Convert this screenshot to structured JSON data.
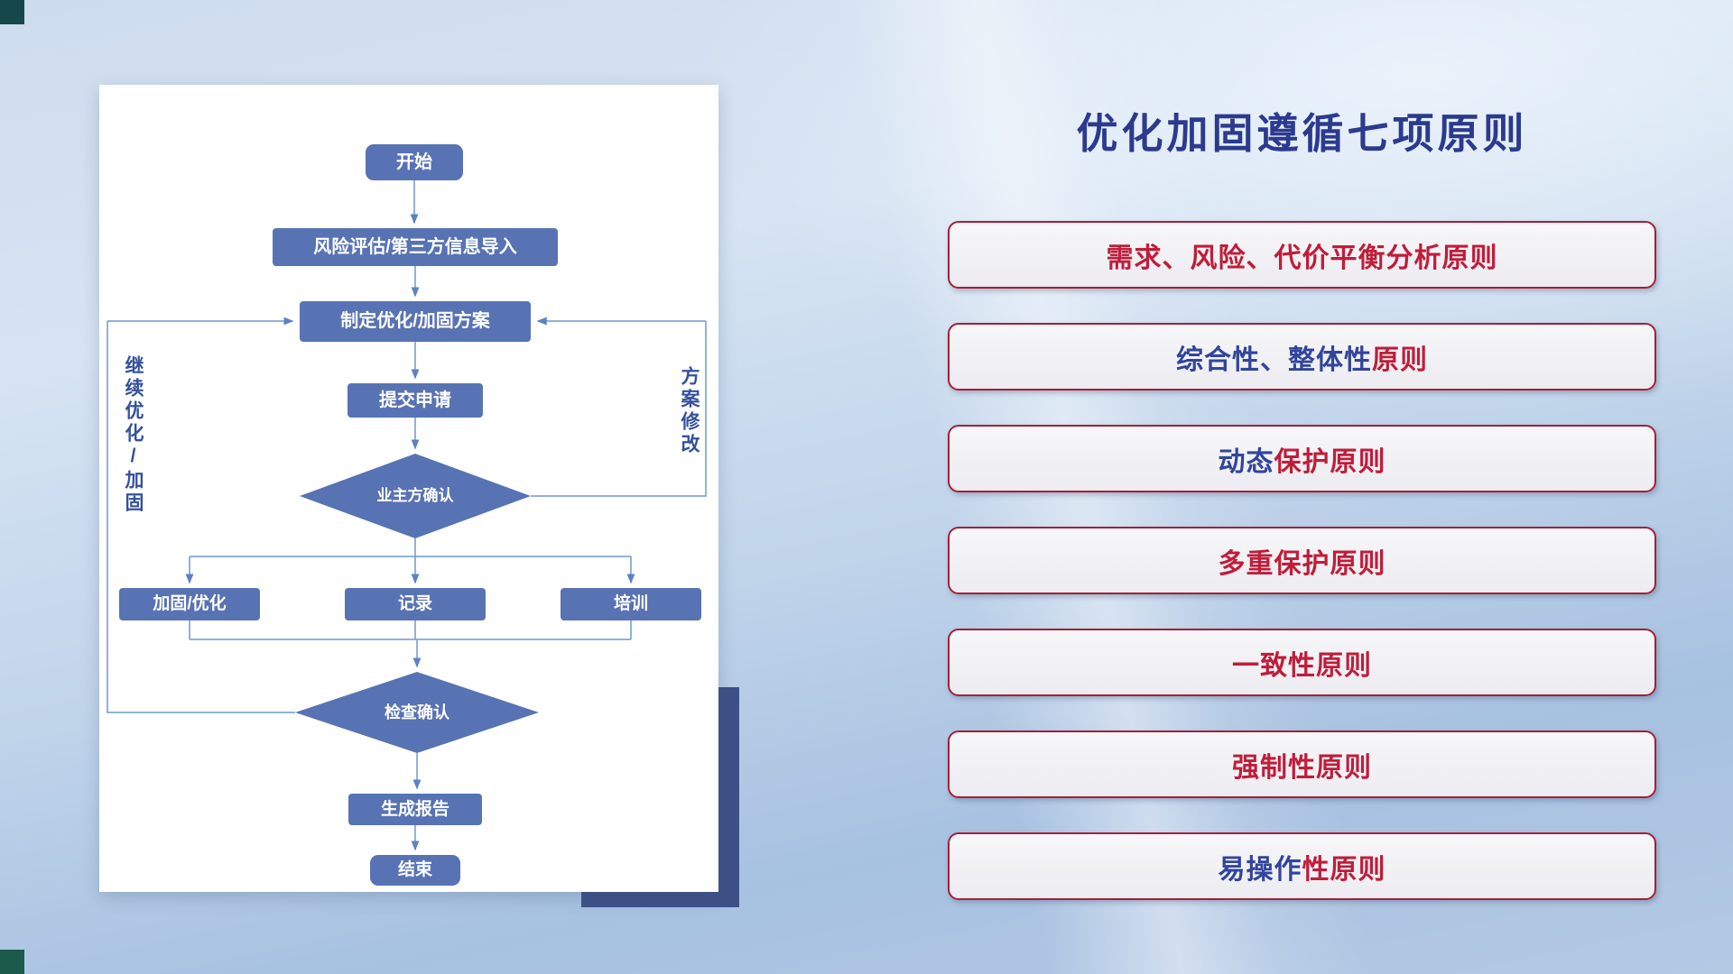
{
  "flowchart": {
    "nodes": {
      "start": "开始",
      "risk_import": "风险评估/第三方信息导入",
      "make_plan": "制定优化/加固方案",
      "submit": "提交申请",
      "owner_confirm": "业主方确认",
      "harden": "加固/优化",
      "record": "记录",
      "train": "培训",
      "check_confirm": "检查确认",
      "report": "生成报告",
      "end": "结束"
    },
    "loop_labels": {
      "continue_left": "继续优化/加固",
      "revise_right": "方案修改"
    }
  },
  "panel": {
    "title": "优化加固遵循七项原则",
    "principles": [
      {
        "segments": [
          {
            "text": "需求、风险、代价平衡分析原则",
            "color": "#c01d3a"
          }
        ]
      },
      {
        "segments": [
          {
            "text": "综合性、整体性",
            "color": "#31459b"
          },
          {
            "text": "原则",
            "color": "#c01d3a"
          }
        ]
      },
      {
        "segments": [
          {
            "text": "动态",
            "color": "#31459b"
          },
          {
            "text": "保护原则",
            "color": "#c01d3a"
          }
        ]
      },
      {
        "segments": [
          {
            "text": "多重保护原则",
            "color": "#c01d3a"
          }
        ]
      },
      {
        "segments": [
          {
            "text": "一致性原则",
            "color": "#c01d3a"
          }
        ]
      },
      {
        "segments": [
          {
            "text": "强制性原则",
            "color": "#c01d3a"
          }
        ]
      },
      {
        "segments": [
          {
            "text": "易操作",
            "color": "#31459b"
          },
          {
            "text": "性原则",
            "color": "#c01d3a"
          }
        ]
      }
    ]
  },
  "colors": {
    "node_fill": "#5873b3",
    "connector_line": "#6f97cf",
    "arrowhead": "#5b82c4",
    "title_text": "#2c3a8e",
    "principle_border": "#a81e35",
    "loop_label_text": "#33519c",
    "card_shadow_block": "#3d5187"
  }
}
